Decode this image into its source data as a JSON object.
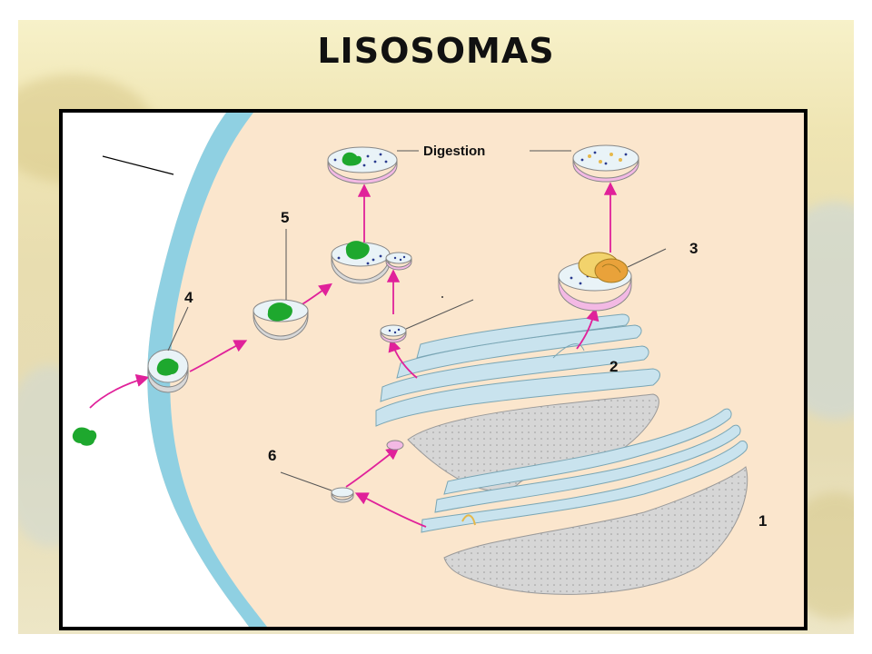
{
  "slide": {
    "title": "LISOSOMAS",
    "background_color": "#e8ddb0"
  },
  "diagram": {
    "digestion_label": "Digestion",
    "labels": {
      "one": "1",
      "two": "2",
      "three": "3",
      "four": "4",
      "five": "5",
      "six": "6"
    },
    "colors": {
      "cytoplasm": "#fbe6cd",
      "membrane": "#8fd0e2",
      "lysosome": "#f3b9e4",
      "vesicle": "#dcdcdc",
      "particle": "#1ea82e",
      "arrow": "#e0219a",
      "cisterna": "#c9e3ee"
    }
  }
}
